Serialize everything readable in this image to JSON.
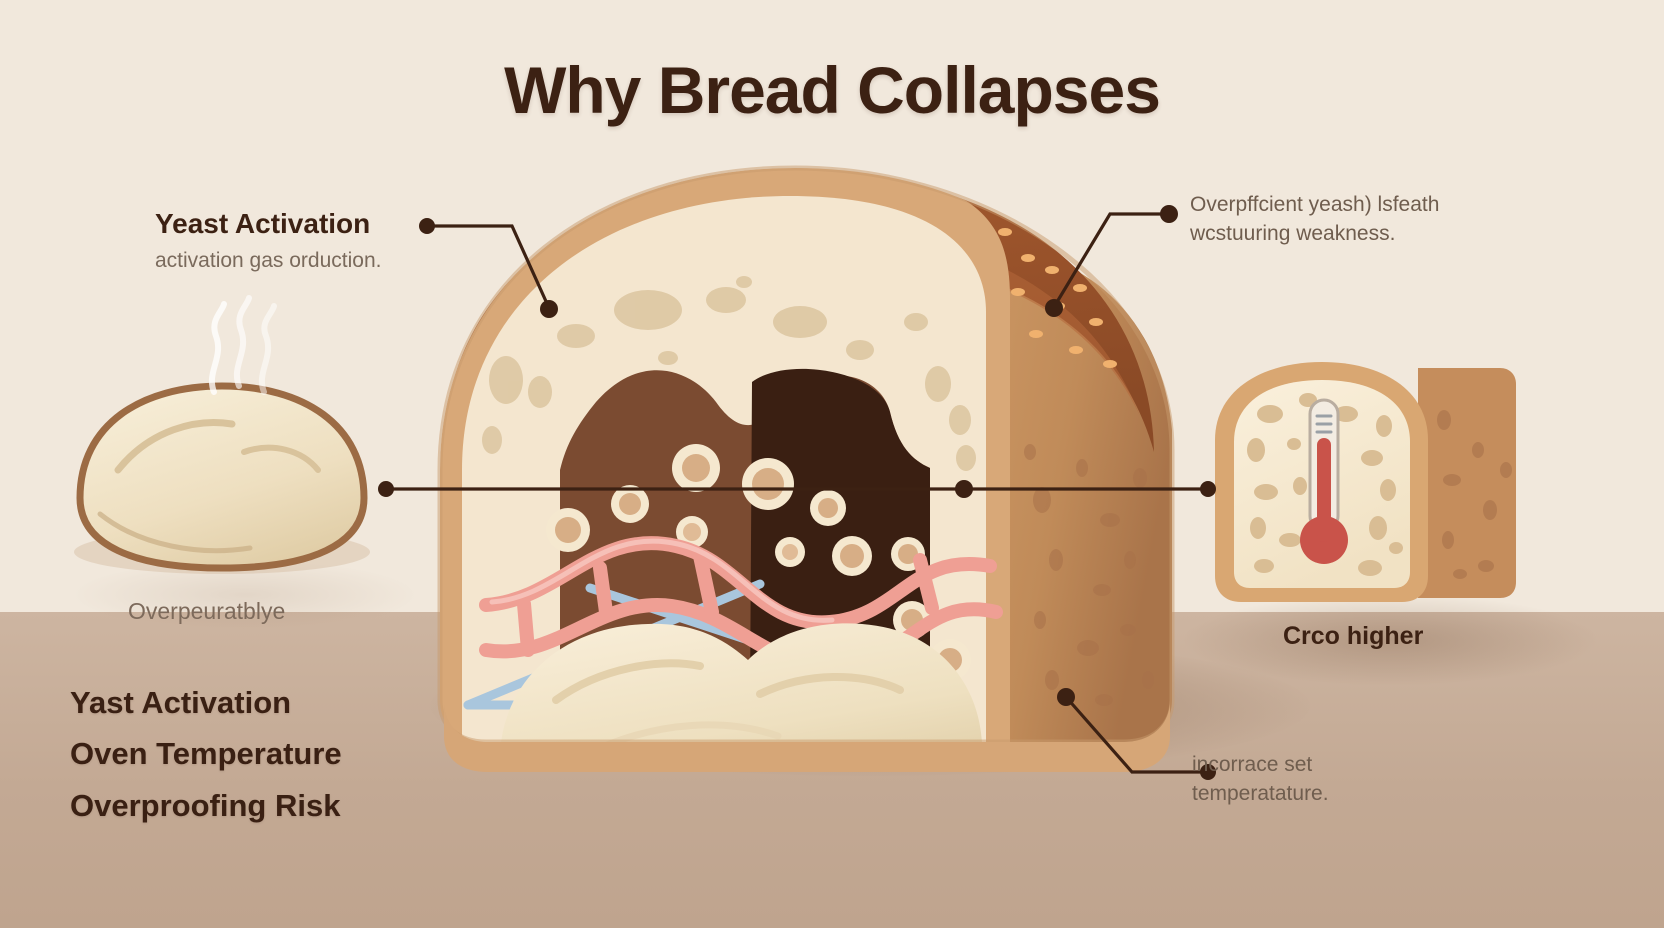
{
  "title": "Why Bread Collapses",
  "colors": {
    "background_upper": "#f1e8dc",
    "background_lower": "#c6ad99",
    "title_brown": "#3c2113",
    "crust_dark": "#8a4f2a",
    "crust_mid": "#b3703f",
    "crust_light": "#d6a272",
    "crumb_cream": "#f4e6cf",
    "cavity_mid": "#7a4a31",
    "cavity_dark": "#3a1f12",
    "gluten_pink": "#ef9f94",
    "strand_blue": "#a9c6dd",
    "dough_cream": "#f3e6cd",
    "thermometer_red": "#c9534a"
  },
  "callouts": [
    {
      "id": "yeast-activation",
      "heading": "Yeast Activation",
      "body": "activation gas orduction."
    },
    {
      "id": "overproofing",
      "heading": "",
      "body_line1": "Overpffcient yeash) lsfeath",
      "body_line2": "wcstuuring weakness."
    },
    {
      "id": "oven-temperature",
      "heading": "",
      "body_line1": "incorrace set",
      "body_line2": "temperatature."
    }
  ],
  "floor_labels": {
    "left": "Overpeuratblye",
    "right": "Crco higher"
  },
  "legend": {
    "items": [
      "Yast Activation",
      "Oven Temperature",
      "Overproofing Risk"
    ]
  },
  "icons": {
    "steam": "steam-icon",
    "thermometer": "thermometer-icon",
    "bread_loaf": "bread-loaf-icon",
    "dough_ball": "dough-ball-icon",
    "bread_slice": "bread-slice-icon"
  }
}
